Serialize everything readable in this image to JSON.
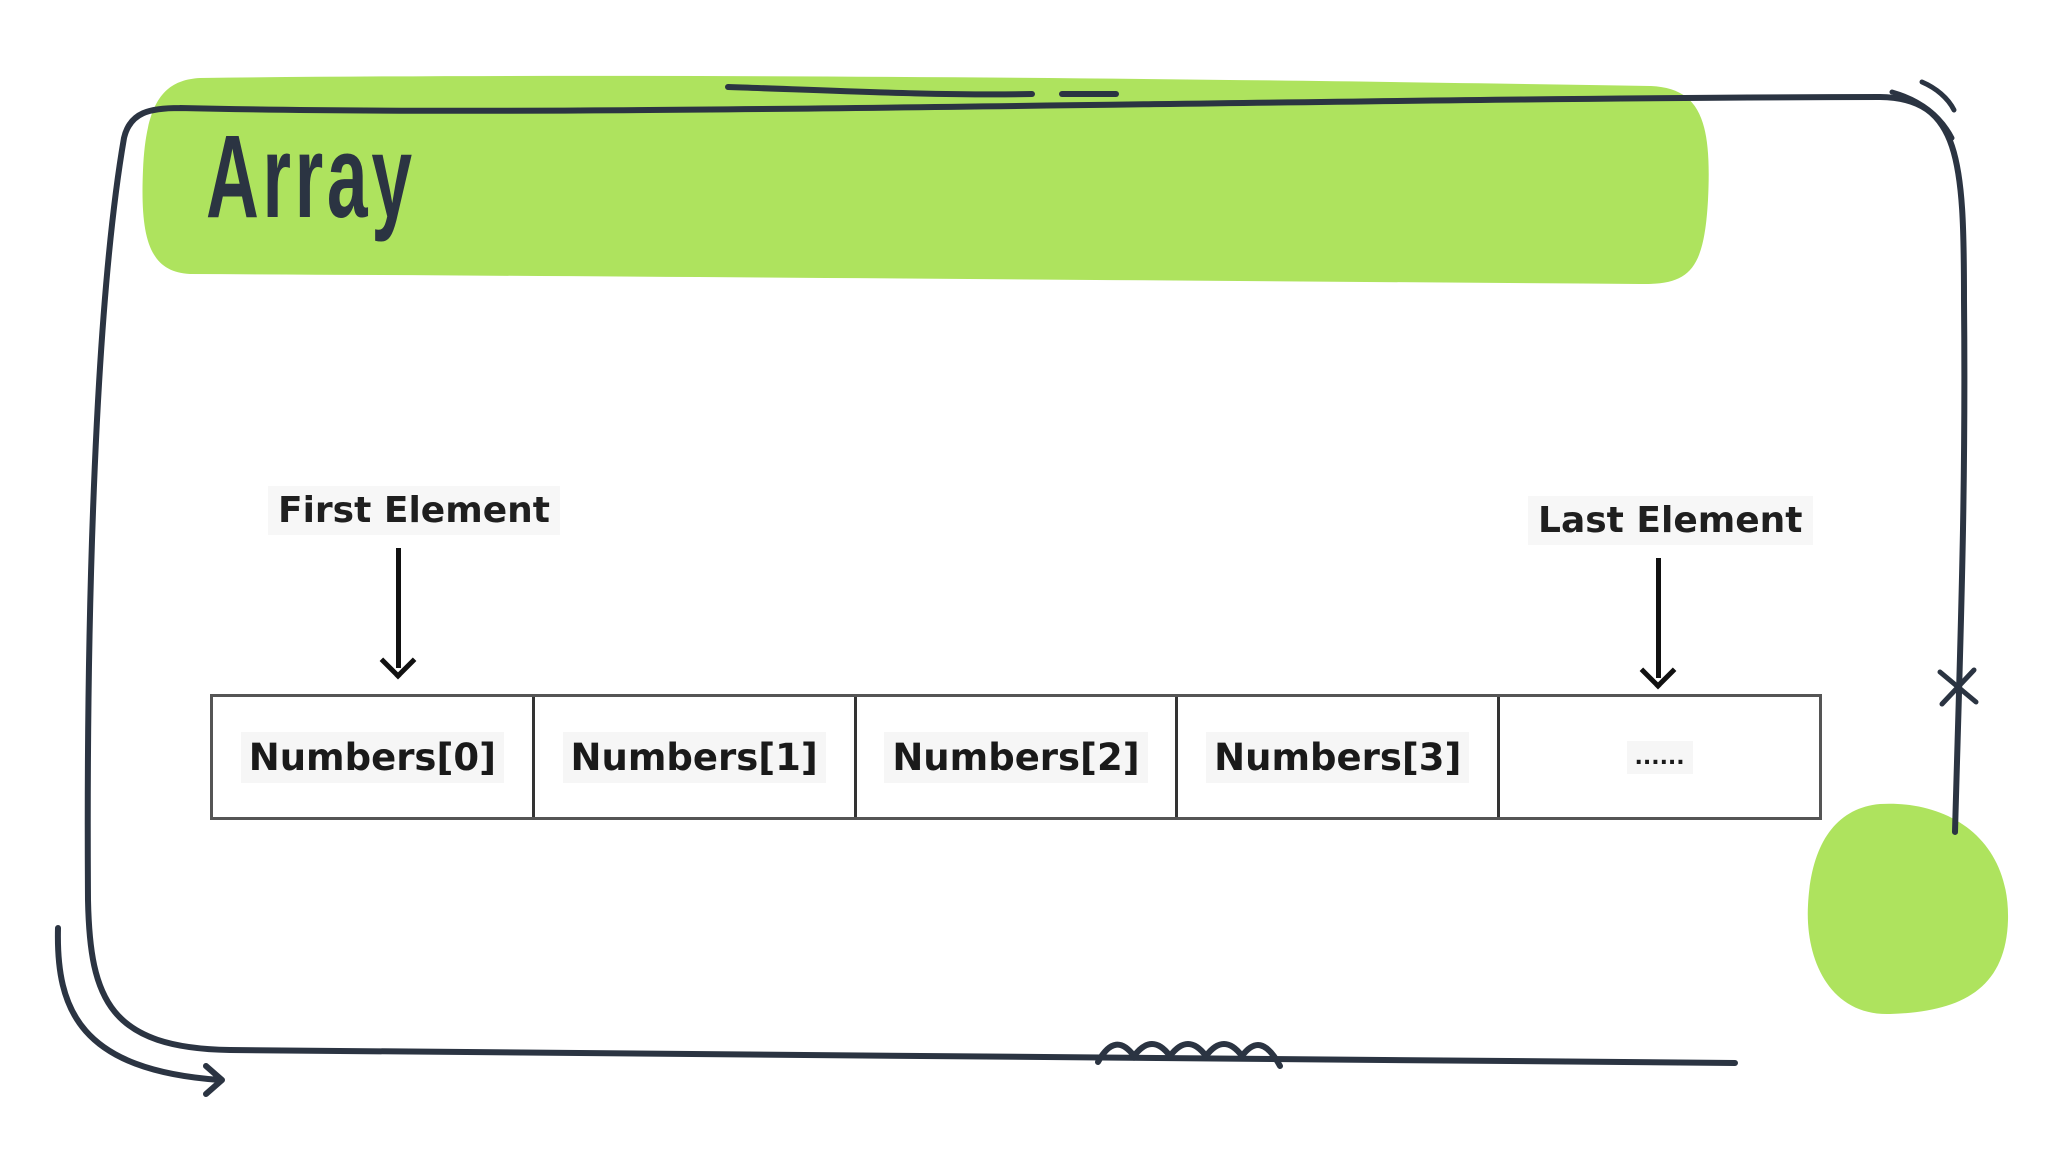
{
  "title": "Array",
  "diagram": {
    "first_label": "First Element",
    "last_label": "Last Element",
    "cells": [
      "Numbers[0]",
      "Numbers[1]",
      "Numbers[2]",
      "Numbers[3]",
      "......"
    ]
  },
  "colors": {
    "accent_green": "#aee35e",
    "ink": "#2b3442",
    "cell_border": "#333333"
  }
}
